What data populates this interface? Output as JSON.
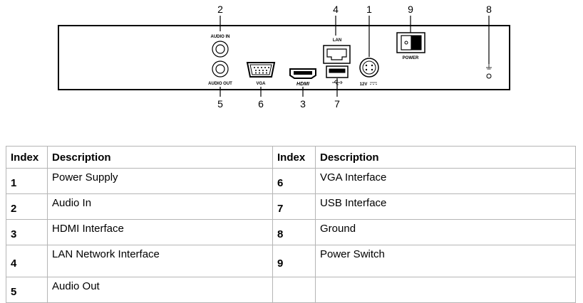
{
  "diagram": {
    "callouts": [
      "2",
      "4",
      "1",
      "9",
      "8",
      "5",
      "6",
      "3",
      "7"
    ],
    "panel_labels": {
      "audio_in": "AUDIO IN",
      "audio_out": "AUDIO OUT",
      "vga": "VGA",
      "hdmi": "HDMI",
      "lan": "LAN",
      "power_in": "12V",
      "power": "POWER"
    }
  },
  "table": {
    "headers": [
      "Index",
      "Description",
      "Index",
      "Description"
    ],
    "rows": [
      {
        "left_index": "1",
        "left_desc": "Power Supply",
        "right_index": "6",
        "right_desc": "VGA Interface"
      },
      {
        "left_index": "2",
        "left_desc": "Audio In",
        "right_index": "7",
        "right_desc": "USB Interface"
      },
      {
        "left_index": "3",
        "left_desc": "HDMI Interface",
        "right_index": "8",
        "right_desc": "Ground"
      },
      {
        "left_index": "4",
        "left_desc": "LAN Network Interface",
        "right_index": "9",
        "right_desc": "Power Switch"
      },
      {
        "left_index": "5",
        "left_desc": "Audio Out",
        "right_index": "",
        "right_desc": ""
      }
    ]
  }
}
